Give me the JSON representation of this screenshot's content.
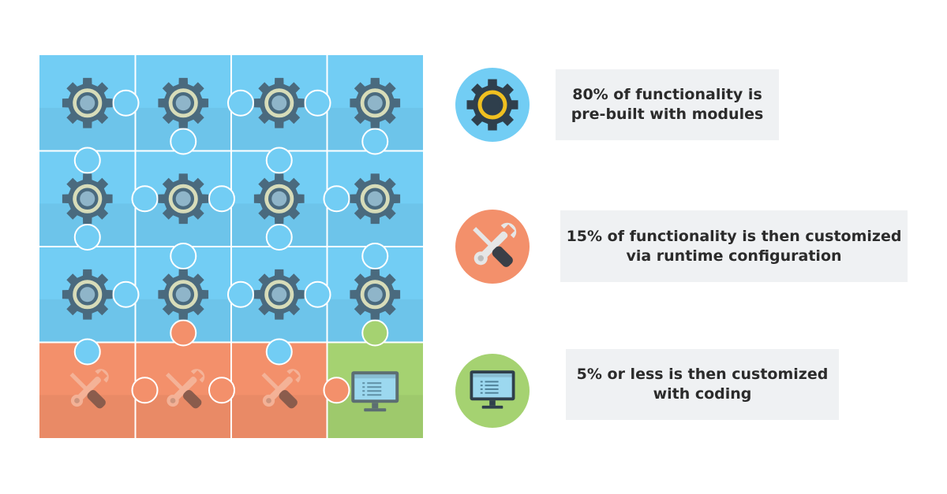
{
  "colors": {
    "blue": "#72cdf4",
    "orange": "#f3906b",
    "green": "#a5d271",
    "gear_dark": "#4a6a7e",
    "gear_ring": "#d7dcb9",
    "legend_box": "#eff1f3"
  },
  "puzzle": {
    "grid": [
      [
        "blue",
        "blue",
        "blue",
        "blue"
      ],
      [
        "blue",
        "blue",
        "blue",
        "blue"
      ],
      [
        "blue",
        "blue",
        "blue",
        "blue"
      ],
      [
        "orange",
        "orange",
        "orange",
        "green"
      ]
    ],
    "icons": {
      "blue": "gear-icon",
      "orange": "wrench-screwdriver-icon",
      "green": "monitor-icon"
    }
  },
  "legend": [
    {
      "icon": "gear-icon",
      "color": "#72cdf4",
      "lines": [
        "80% of functionality is",
        "pre-built with modules"
      ]
    },
    {
      "icon": "wrench-screwdriver-icon",
      "color": "#f3906b",
      "lines": [
        "15% of functionality is then customized",
        "via runtime configuration"
      ]
    },
    {
      "icon": "monitor-icon",
      "color": "#a5d271",
      "lines": [
        "5% or less is then customized",
        "with coding"
      ]
    }
  ]
}
